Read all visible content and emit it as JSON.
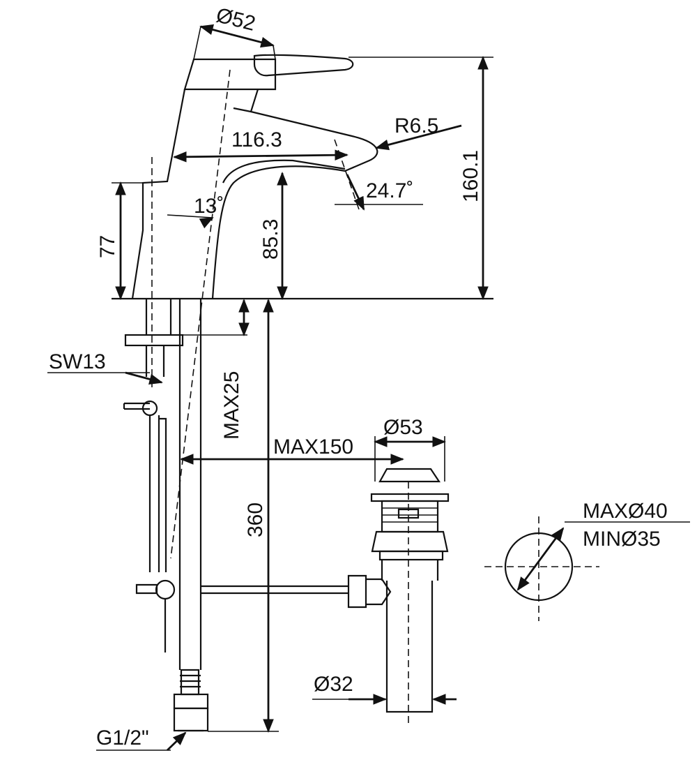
{
  "drawing": {
    "labels": {
      "d52": "Ø52",
      "r65": "R6.5",
      "l1163": "116.3",
      "h1601": "160.1",
      "a247": "24.7˚",
      "a13": "13˚",
      "h853": "85.3",
      "h77": "77",
      "sw13": "SW13",
      "max25": "MAX25",
      "max150": "MAX150",
      "d53": "Ø53",
      "h360": "360",
      "maxd40": "MAXØ40",
      "mind35": "MINØ35",
      "d32": "Ø32",
      "g12": "G1/2\""
    }
  }
}
